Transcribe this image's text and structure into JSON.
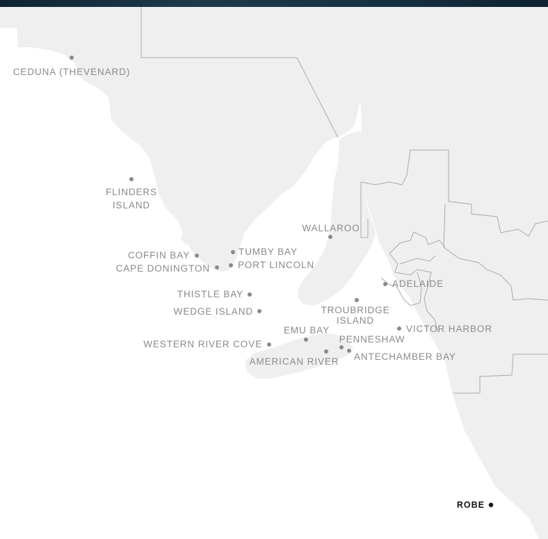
{
  "places": [
    {
      "id": "ceduna",
      "label": "CEDUNA (THEVENARD)"
    },
    {
      "id": "flinders-island",
      "label": "FLINDERS ISLAND"
    },
    {
      "id": "wallaroo",
      "label": "WALLAROO"
    },
    {
      "id": "coffin-bay",
      "label": "COFFIN BAY"
    },
    {
      "id": "tumby-bay",
      "label": "TUMBY BAY"
    },
    {
      "id": "cape-donington",
      "label": "CAPE DONINGTON"
    },
    {
      "id": "port-lincoln",
      "label": "PORT LINCOLN"
    },
    {
      "id": "adelaide",
      "label": "ADELAIDE"
    },
    {
      "id": "thistle-bay",
      "label": "THISTLE BAY"
    },
    {
      "id": "troubridge-island",
      "label": "TROUBRIDGE ISLAND"
    },
    {
      "id": "wedge-island",
      "label": "WEDGE ISLAND"
    },
    {
      "id": "victor-harbor",
      "label": "VICTOR HARBOR"
    },
    {
      "id": "emu-bay",
      "label": "EMU BAY"
    },
    {
      "id": "penneshaw",
      "label": "PENNESHAW"
    },
    {
      "id": "western-river-cove",
      "label": "WESTERN RIVER COVE"
    },
    {
      "id": "antechamber-bay",
      "label": "ANTECHAMBER BAY"
    },
    {
      "id": "american-river",
      "label": "AMERICAN RIVER"
    }
  ],
  "highlight": {
    "id": "robe",
    "label": "ROBE"
  },
  "colors": {
    "land": "#efefef",
    "sea": "#ffffff",
    "border": "#a9a9a9",
    "label": "#8a8a8a",
    "highlight": "#111111"
  }
}
